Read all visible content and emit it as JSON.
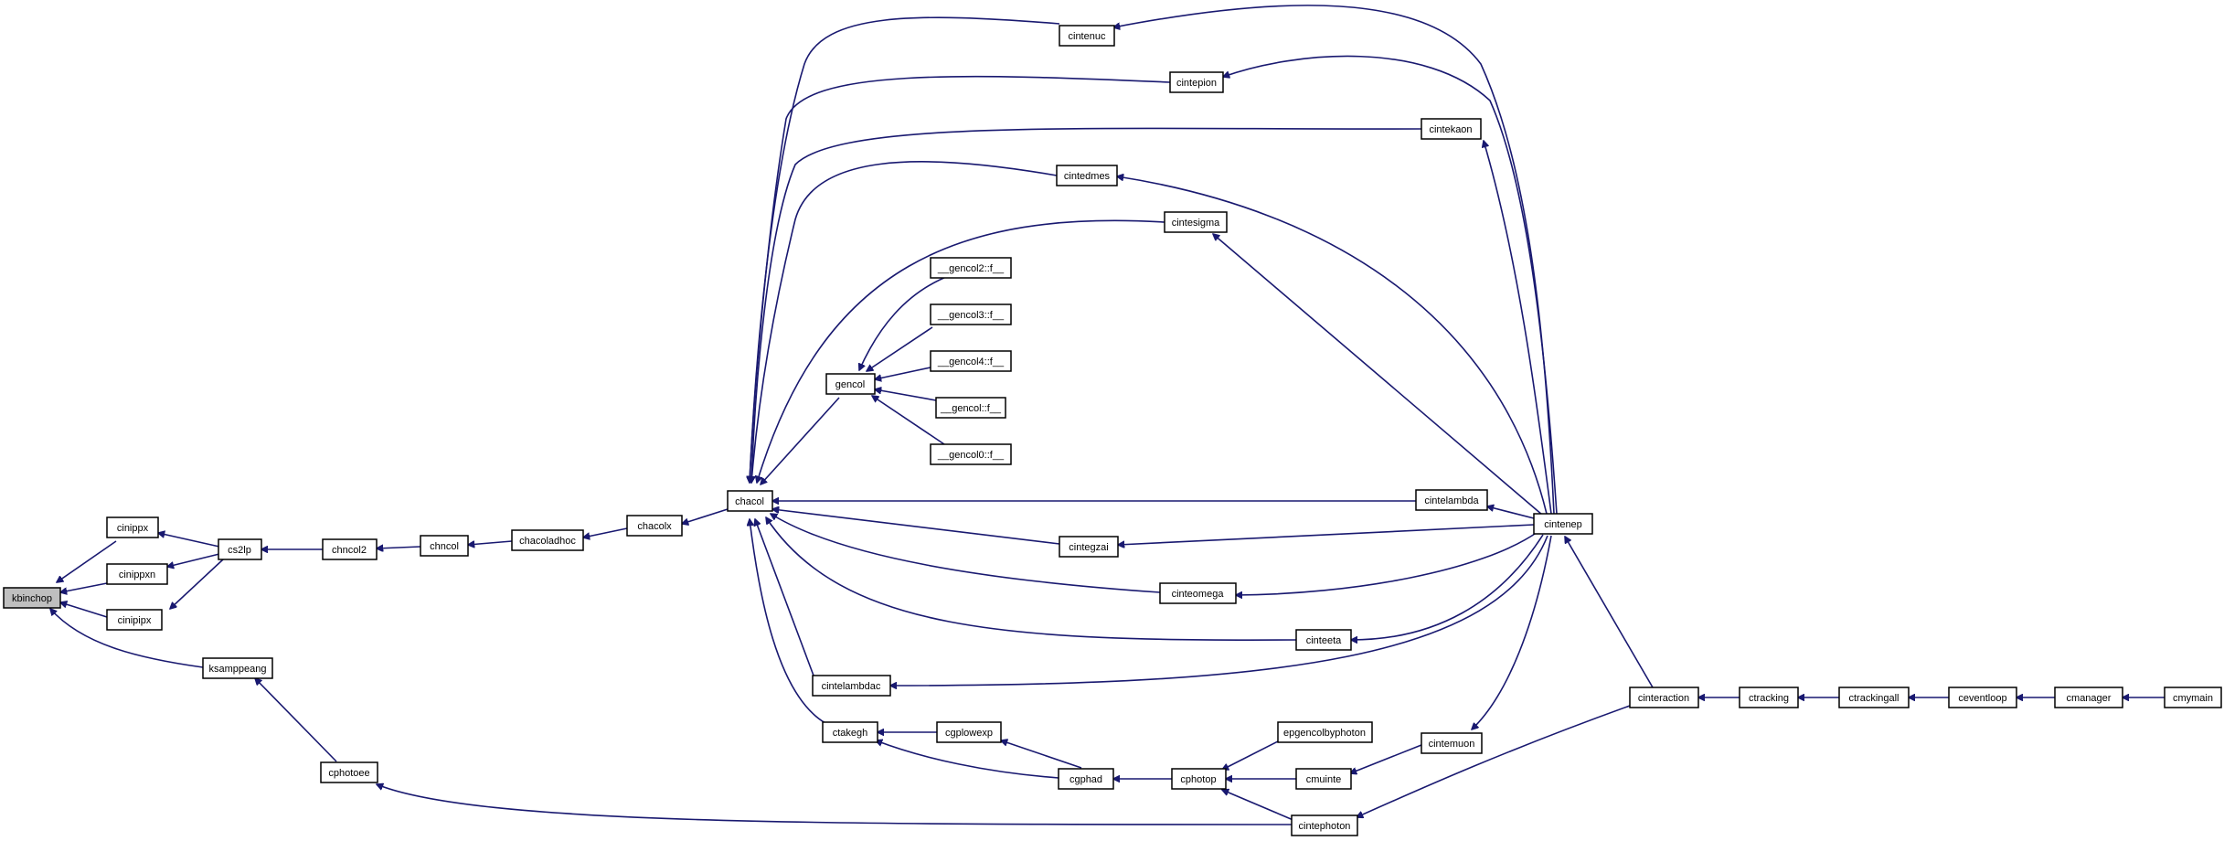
{
  "graph": {
    "colors": {
      "edge": "#191970",
      "root_fill": "#bfbfbf",
      "node_fill": "#ffffff",
      "node_border": "#000000"
    },
    "nodes": {
      "kbinchop": "kbinchop",
      "cinippx": "cinippx",
      "cinippxn": "cinippxn",
      "cinipipx": "cinipipx",
      "cs2lp": "cs2lp",
      "chncol2": "chncol2",
      "chncol": "chncol",
      "chacoladhoc": "chacoladhoc",
      "chacolx": "chacolx",
      "chacol": "chacol",
      "ksamppeang": "ksamppeang",
      "cphotoee": "cphotoee",
      "cintenuc": "cintenuc",
      "cintepion": "cintepion",
      "cintekaon": "cintekaon",
      "cintedmes": "cintedmes",
      "cintesigma": "cintesigma",
      "gencol2": "__gencol2::f__",
      "gencol3": "__gencol3::f__",
      "gencol4": "__gencol4::f__",
      "gencol1": "__gencol::f__",
      "gencol0": "__gencol0::f__",
      "gencol": "gencol",
      "cintelambda": "cintelambda",
      "cintenep": "cintenep",
      "cintegzai": "cintegzai",
      "cinteomega": "cinteomega",
      "cinteeta": "cinteeta",
      "cintelambdac": "cintelambdac",
      "ctakegh": "ctakegh",
      "cgplowexp": "cgplowexp",
      "cgphad": "cgphad",
      "cphotop": "cphotop",
      "epgencolbyphoton": "epgencolbyphoton",
      "cmuinte": "cmuinte",
      "cintemuon": "cintemuon",
      "cintephoton": "cintephoton",
      "cinteraction": "cinteraction",
      "ctracking": "ctracking",
      "ctrackingall": "ctrackingall",
      "ceventloop": "ceventloop",
      "cmanager": "cmanager",
      "cmymain": "cmymain"
    }
  }
}
